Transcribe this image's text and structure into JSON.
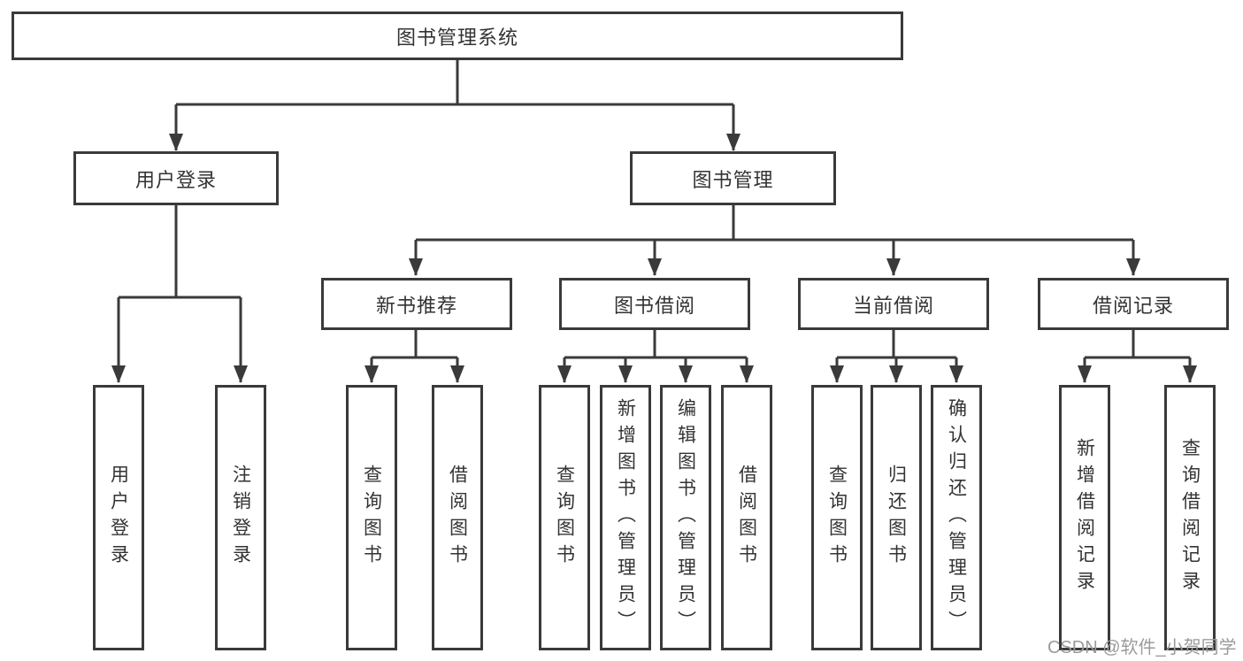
{
  "diagram": {
    "title": "图书管理系统",
    "type": "功能结构图 (function structure tree)",
    "colors": {
      "line": "#3a3a3a",
      "box_border": "#3a3a3a",
      "text": "#333333",
      "background": "#ffffff",
      "watermark": "#9b9b9b"
    },
    "watermark": "CSDN @软件_小贺同学",
    "nodes": {
      "root": {
        "label": "图书管理系统"
      },
      "user_login": {
        "label": "用户登录"
      },
      "book_mgmt": {
        "label": "图书管理"
      },
      "new_book_rec": {
        "label": "新书推荐"
      },
      "book_borrow": {
        "label": "图书借阅"
      },
      "current_borrow": {
        "label": "当前借阅"
      },
      "borrow_records": {
        "label": "借阅记录"
      },
      "leaf_user_login": {
        "label": "用户登录"
      },
      "leaf_logout": {
        "label": "注销登录"
      },
      "leaf_query_books_rec": {
        "label": "查询图书"
      },
      "leaf_borrow_books_rec": {
        "label": "借阅图书"
      },
      "leaf_query_books_borrow": {
        "label": "查询图书"
      },
      "leaf_add_books": {
        "label": "新增图书（管理员）"
      },
      "leaf_edit_books": {
        "label": "编辑图书（管理员）"
      },
      "leaf_borrow_books_borrow": {
        "label": "借阅图书"
      },
      "leaf_query_books_current": {
        "label": "查询图书"
      },
      "leaf_return_books": {
        "label": "归还图书"
      },
      "leaf_confirm_return": {
        "label": "确认归还（管理员）"
      },
      "leaf_add_borrow_record": {
        "label": "新增借阅记录"
      },
      "leaf_query_borrow_record": {
        "label": "查询借阅记录"
      }
    },
    "hierarchy": {
      "图书管理系统": [
        "用户登录",
        "图书管理"
      ],
      "用户登录": [
        "用户登录",
        "注销登录"
      ],
      "图书管理": [
        "新书推荐",
        "图书借阅",
        "当前借阅",
        "借阅记录"
      ],
      "新书推荐": [
        "查询图书",
        "借阅图书"
      ],
      "图书借阅": [
        "查询图书",
        "新增图书（管理员）",
        "编辑图书（管理员）",
        "借阅图书"
      ],
      "当前借阅": [
        "查询图书",
        "归还图书",
        "确认归还（管理员）"
      ],
      "借阅记录": [
        "新增借阅记录",
        "查询借阅记录"
      ]
    }
  }
}
